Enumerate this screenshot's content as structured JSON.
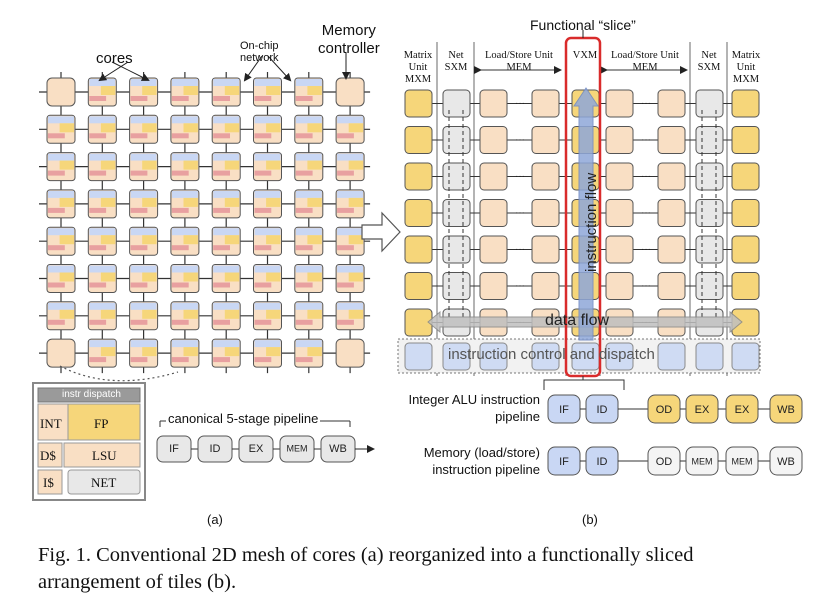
{
  "left": {
    "cores_label": "cores",
    "network_label": "On-chip\nnetwork",
    "memory_label": "Memory\ncontroller",
    "core_detail": {
      "instr_dispatch": "instr dispatch",
      "int": "INT",
      "fp": "FP",
      "dcache": "D$",
      "lsu": "LSU",
      "icache": "I$",
      "net": "NET"
    },
    "pipeline_title": "canonical 5-stage pipeline",
    "pipeline_stages": [
      "IF",
      "ID",
      "EX",
      "MEM",
      "WB"
    ],
    "sublabel": "(a)"
  },
  "right": {
    "slice_title": "Functional “slice”",
    "col_headers": [
      "Matrix\nUnit\nMXM",
      "Net\nSXM",
      "Load/Store Unit\nMEM",
      "VXM",
      "Load/Store Unit\nMEM",
      "Net\nSXM",
      "Matrix\nUnit\nMXM"
    ],
    "ellipsis": "···",
    "instruction_flow": "instruction flow",
    "data_flow": "data flow",
    "control_dispatch": "instruction control and dispatch",
    "alu_pipeline_label": "Integer ALU instruction\npipeline",
    "alu_stages": [
      "IF",
      "ID",
      "OD",
      "EX",
      "EX",
      "WB"
    ],
    "mem_pipeline_label": "Memory (load/store)\ninstruction pipeline",
    "mem_stages": [
      "IF",
      "ID",
      "OD",
      "MEM",
      "MEM",
      "WB"
    ],
    "sublabel": "(b)"
  },
  "colors": {
    "peach": "#f9dfc4",
    "yellow": "#f6d67a",
    "blue": "#c9d7f4",
    "red": "#d92b2b",
    "gray": "#e8e8e8"
  },
  "caption": "Fig. 1.  Conventional 2D mesh of cores (a) reorganized into a functionally sliced arrangement of tiles (b)."
}
